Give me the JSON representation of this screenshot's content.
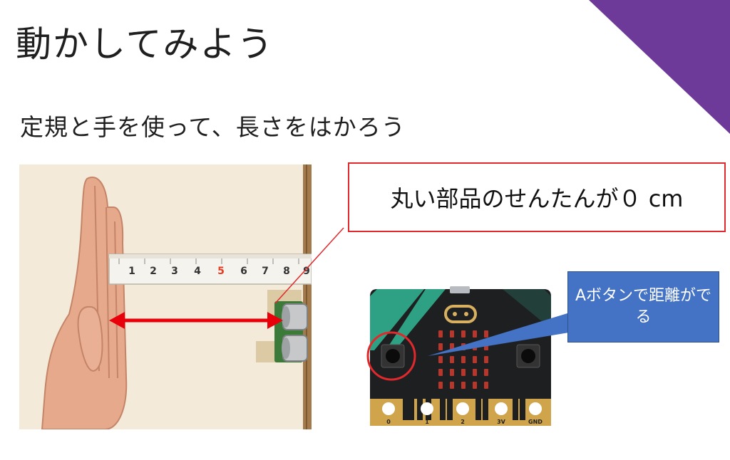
{
  "slide": {
    "title": "動かしてみよう",
    "subtitle": "定規と手を使って、長さをはかろう"
  },
  "ruler": {
    "numbers": [
      "1",
      "2",
      "3",
      "4",
      "5",
      "6",
      "7",
      "8",
      "9"
    ],
    "highlight_number": "5"
  },
  "callouts": {
    "sensor_note": "丸い部品のせんたんが０ cm",
    "button_note": "Aボタンで距離がでる"
  },
  "board": {
    "pins": [
      "0",
      "1",
      "2",
      "3V",
      "GND"
    ]
  },
  "colors": {
    "accent_purple": "#6e3a9a",
    "callout_red": "#e0292d",
    "callout_blue": "#4472c4",
    "arrow_red": "#e8000b",
    "board_teal": "#2ea184"
  }
}
